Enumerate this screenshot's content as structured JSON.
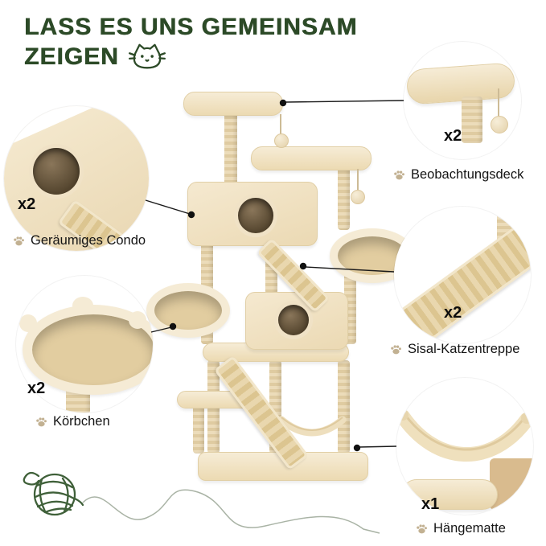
{
  "title": {
    "line1": "LASS ES UNS GEMEINSAM",
    "line2": "ZEIGEN"
  },
  "callouts": [
    {
      "count": "x2",
      "label": "Beobachtungsdeck"
    },
    {
      "count": "x2",
      "label": "Geräumiges Condo"
    },
    {
      "count": "x2",
      "label": "Körbchen"
    },
    {
      "count": "x2",
      "label": "Sisal-Katzentreppe"
    },
    {
      "count": "x1",
      "label": "Hängematte"
    }
  ],
  "icons": {
    "cat_face": "cat-face-doodle",
    "paw": "paw-print",
    "yarn": "yarn-ball-doodle"
  },
  "colors": {
    "brand_green": "#2c4a27",
    "plush_beige": "#f2e6cc",
    "sisal": "#e4d1a5",
    "text": "#141414"
  }
}
